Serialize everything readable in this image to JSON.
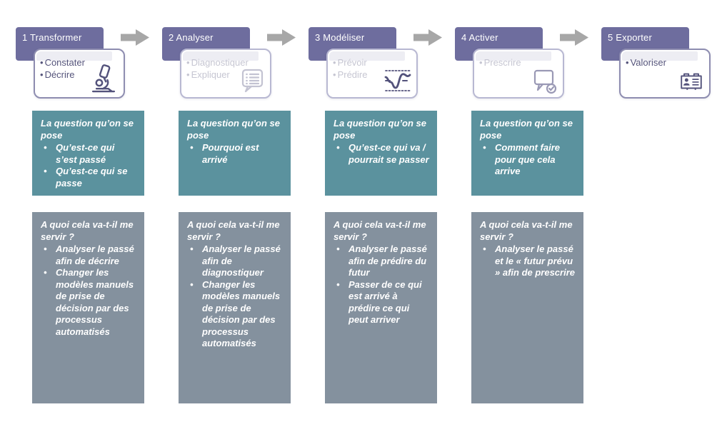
{
  "colors": {
    "step_header_bg": "#6e6d9e",
    "question_box_bg": "#5b929e",
    "purpose_box_bg": "#84919e",
    "arrow": "#a7a7a7",
    "card_border": "#8e8db0",
    "card_border_muted": "#b8b8d2",
    "card_text": "#55547b",
    "card_text_muted": "#c6c6d2",
    "box_text": "#ffffff",
    "icon_dark": "#53527b",
    "icon_muted": "#c3c3d2",
    "icon_mid": "#9a99b5"
  },
  "steps": [
    {
      "header": "1 Transformer",
      "items": [
        "Constater",
        "Décrire"
      ],
      "icon": "microscope-icon",
      "question": {
        "title": "La question qu’on se pose",
        "bullets": [
          "Qu’est-ce qui s’est passé",
          "Qu’est-ce qui se passe"
        ]
      },
      "purpose": {
        "title": "A quoi cela va-t-il me servir ?",
        "bullets": [
          "Analyser le passé afin de décrire",
          "Changer les modèles manuels de prise de décision par des processus automatisés"
        ]
      }
    },
    {
      "header": "2 Analyser",
      "items": [
        "Diagnostiquer",
        "Expliquer"
      ],
      "icon": "speech-bubble-list-icon",
      "question": {
        "title": "La question qu’on se pose",
        "bullets": [
          "Pourquoi est arrivé"
        ]
      },
      "purpose": {
        "title": "A quoi cela va-t-il me servir ?",
        "bullets": [
          "Analyser le passé afin de diagnostiquer",
          "Changer les modèles manuels de prise de décision par des processus automatisés"
        ]
      }
    },
    {
      "header": "3 Modéliser",
      "items": [
        "Prévoir",
        "Prédire"
      ],
      "icon": "wave-curve-icon",
      "question": {
        "title": "La question qu’on se pose",
        "bullets": [
          "Qu’est-ce qui va / pourrait se passer"
        ]
      },
      "purpose": {
        "title": "A quoi cela va-t-il me servir ?",
        "bullets": [
          "Analyser le passé afin de prédire du futur",
          "Passer de ce qui est arrivé à prédire ce qui peut arriver"
        ]
      }
    },
    {
      "header": "4 Activer",
      "items": [
        "Prescrire"
      ],
      "icon": "speech-bubble-check-icon",
      "question": {
        "title": "La question qu’on se pose",
        "bullets": [
          "Comment faire pour que cela arrive"
        ]
      },
      "purpose": {
        "title": "A quoi cela va-t-il me servir ?",
        "bullets": [
          "Analyser le passé et le « futur prévu » afin de prescrire"
        ]
      }
    },
    {
      "header": "5 Exporter",
      "items": [
        "Valoriser"
      ],
      "icon": "id-card-icon"
    }
  ]
}
